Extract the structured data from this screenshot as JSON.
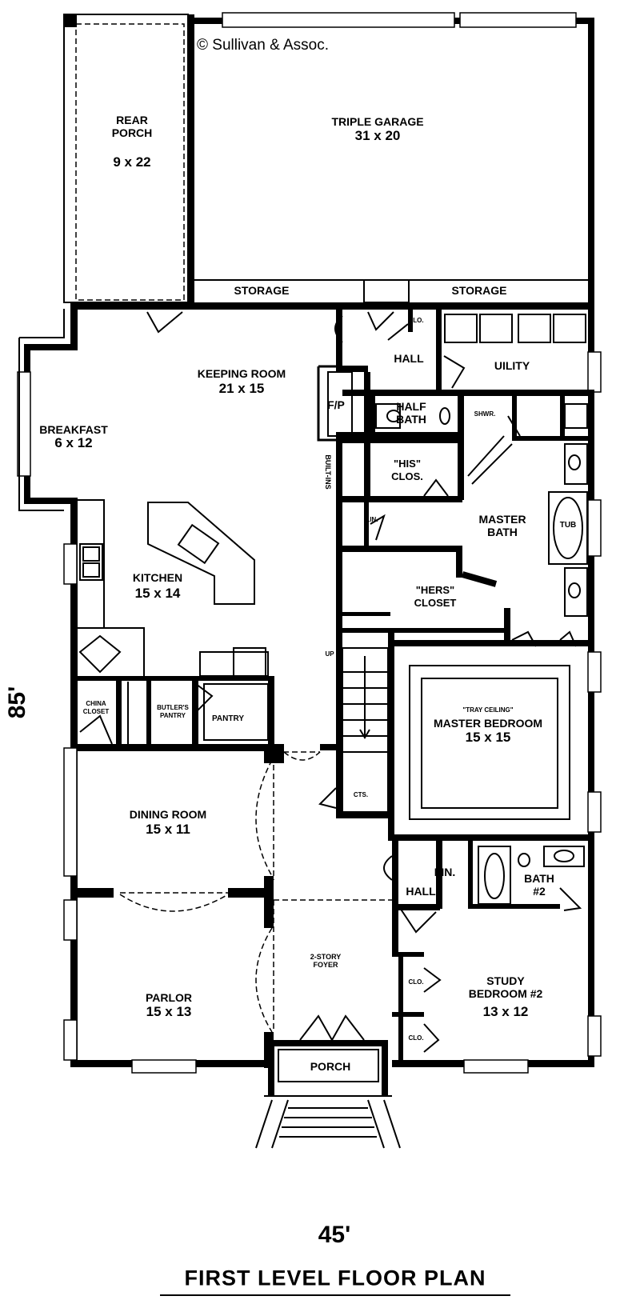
{
  "copyright": "© Sullivan & Assoc.",
  "rooms": {
    "rear_porch": {
      "name": "REAR\nPORCH",
      "size": "9 x 22"
    },
    "triple_garage": {
      "name": "TRIPLE GARAGE",
      "size": "31 x 20"
    },
    "storage_left": "STORAGE",
    "storage_right": "STORAGE",
    "clo_utility": "CLO.",
    "hall_top": "HALL",
    "utility": "UILITY",
    "keeping_room": {
      "name": "KEEPING ROOM",
      "size": "21 x 15"
    },
    "fireplace": "F/P",
    "half_bath": "HALF\nBATH",
    "shower": "SHWR.",
    "breakfast": {
      "name": "BREAKFAST",
      "size": "6 x 12"
    },
    "built_ins": "BUILT-INS",
    "his_closet": "\"HIS\"\nCLOS.",
    "lin_top": "LIN.",
    "master_bath": "MASTER\nBATH",
    "tub": "TUB",
    "kitchen": {
      "name": "KITCHEN",
      "size": "15 x 14"
    },
    "hers_closet": "\"HERS\"\nCLOSET",
    "up": "UP",
    "china_closet": "CHINA\nCLOSET",
    "butlers_pantry": "BUTLER'S\nPANTRY",
    "pantry": "PANTRY",
    "master_bedroom": {
      "note": "\"TRAY CEILING\"",
      "name": "MASTER BEDROOM",
      "size": "15 x 15"
    },
    "cts": "CTS.",
    "dining_room": {
      "name": "DINING ROOM",
      "size": "15 x 11"
    },
    "lin_bottom": "LIN.",
    "hall_bottom": "HALL",
    "bath2": "BATH\n#2",
    "foyer": "2-STORY\nFOYER",
    "study": {
      "name": "STUDY\nBEDROOM #2",
      "size": "13 x 12"
    },
    "clo1": "CLO.",
    "clo2": "CLO.",
    "parlor": {
      "name": "PARLOR",
      "size": "15 x 13"
    },
    "porch": "PORCH"
  },
  "dimensions": {
    "depth": "85'",
    "width": "45'"
  },
  "title": "FIRST LEVEL FLOOR PLAN"
}
